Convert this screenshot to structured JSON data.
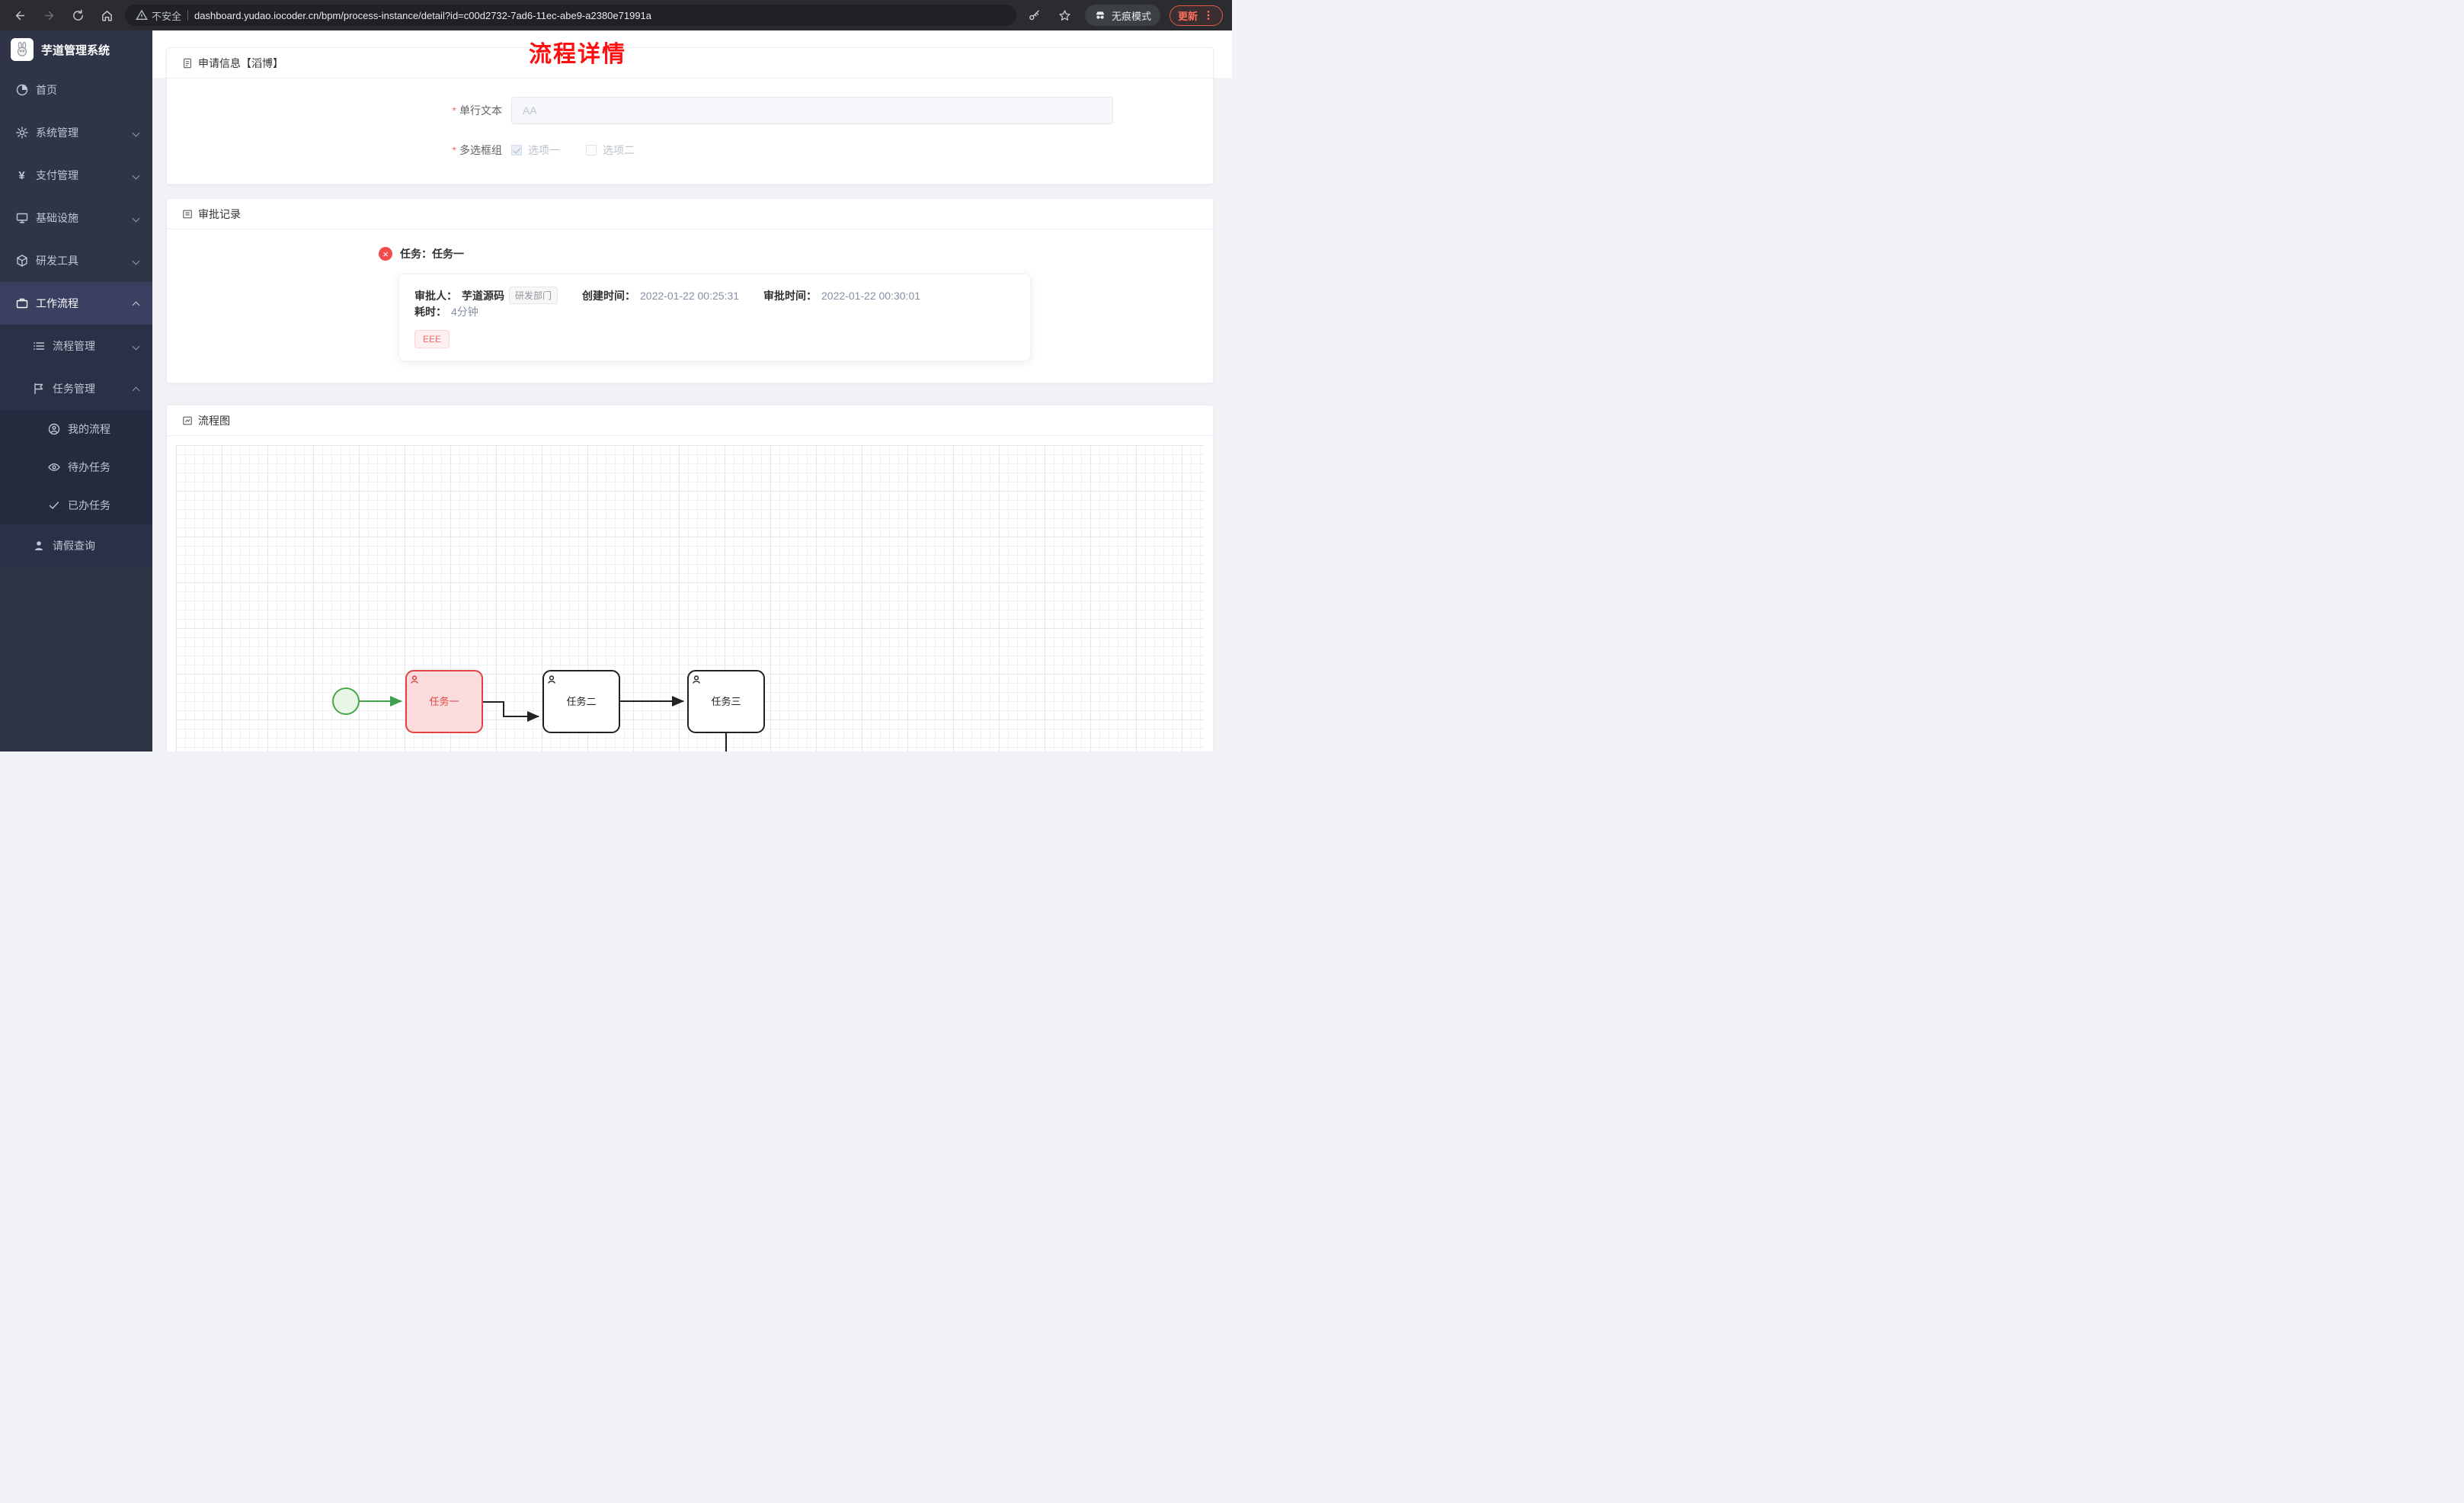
{
  "browser": {
    "security_label": "不安全",
    "url": "dashboard.yudao.iocoder.cn/bpm/process-instance/detail?id=c00d2732-7ad6-11ec-abe9-a2380e71991a",
    "profile_label": "无痕模式",
    "update_label": "更新"
  },
  "sidebar": {
    "app_title": "芋道管理系统",
    "menu": [
      {
        "label": "首页"
      },
      {
        "label": "系统管理"
      },
      {
        "label": "支付管理",
        "glyph": "¥"
      },
      {
        "label": "基础设施"
      },
      {
        "label": "研发工具"
      },
      {
        "label": "工作流程"
      }
    ],
    "submenu": [
      {
        "label": "流程管理"
      },
      {
        "label": "任务管理"
      }
    ],
    "task_submenu": [
      {
        "label": "我的流程"
      },
      {
        "label": "待办任务"
      },
      {
        "label": "已办任务"
      }
    ],
    "leave_label": "请假查询"
  },
  "page": {
    "title": "流程详情"
  },
  "apply": {
    "header": "申请信息【滔博】",
    "required_mark": "*",
    "text_field": {
      "label": "单行文本",
      "placeholder": "AA",
      "value": ""
    },
    "checkbox_field": {
      "label": "多选框组",
      "options": [
        {
          "label": "选项一",
          "checked": true
        },
        {
          "label": "选项二",
          "checked": false
        }
      ]
    }
  },
  "approval": {
    "header": "审批记录",
    "error_mark": "×",
    "task_title": "任务：任务一",
    "approver_label": "审批人：",
    "approver": "芋道源码",
    "dept_tag": "研发部门",
    "create_label": "创建时间：",
    "create_time": "2022-01-22 00:25:31",
    "approve_label": "审批时间：",
    "approve_time": "2022-01-22 00:30:01",
    "duration_label": "耗时：",
    "duration": "4分钟",
    "comment_tag": "EEE"
  },
  "diagram": {
    "header": "流程图",
    "nodes": [
      {
        "label": "任务一",
        "state": "rejected"
      },
      {
        "label": "任务二",
        "state": "default"
      },
      {
        "label": "任务三",
        "state": "default"
      }
    ]
  },
  "colors": {
    "title_red": "#ff0f0f",
    "accent_red": "#f56c6c",
    "active_node_border": "#e04343",
    "active_node_fill": "#fbdcdc",
    "start_event_border": "#4aa64a",
    "start_event_fill": "#e7f6e7",
    "sidebar_bg": "#2f3447",
    "chrome_bg": "#2b2c2f"
  }
}
